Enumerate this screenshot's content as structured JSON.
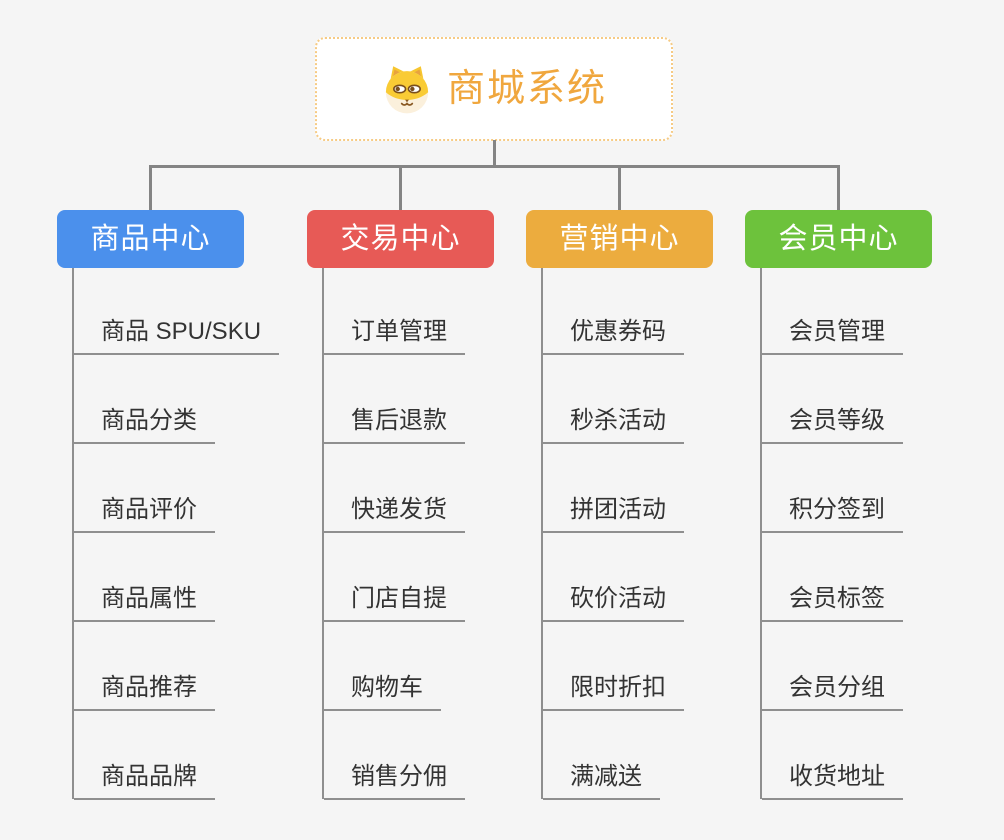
{
  "root": {
    "title": "商城系统",
    "icon": "dog-face-icon"
  },
  "branches": [
    {
      "label": "商品中心",
      "color": "#4B90EC",
      "items": [
        "商品 SPU/SKU",
        "商品分类",
        "商品评价",
        "商品属性",
        "商品推荐",
        "商品品牌"
      ]
    },
    {
      "label": "交易中心",
      "color": "#E75A56",
      "items": [
        "订单管理",
        "售后退款",
        "快递发货",
        "门店自提",
        "购物车",
        "销售分佣"
      ]
    },
    {
      "label": "营销中心",
      "color": "#ECAC3E",
      "items": [
        "优惠券码",
        "秒杀活动",
        "拼团活动",
        "砍价活动",
        "限时折扣",
        "满减送"
      ]
    },
    {
      "label": "会员中心",
      "color": "#6DC23C",
      "items": [
        "会员管理",
        "会员等级",
        "积分签到",
        "会员标签",
        "会员分组",
        "收货地址"
      ]
    }
  ],
  "colors": {
    "canvas_background": "#F5F5F5",
    "root_accent": "#F0A73E",
    "root_border": "#F6CB85",
    "connector": "#848484",
    "sub_topic_line": "#8F8F8F",
    "sub_topic_text": "#333333"
  }
}
